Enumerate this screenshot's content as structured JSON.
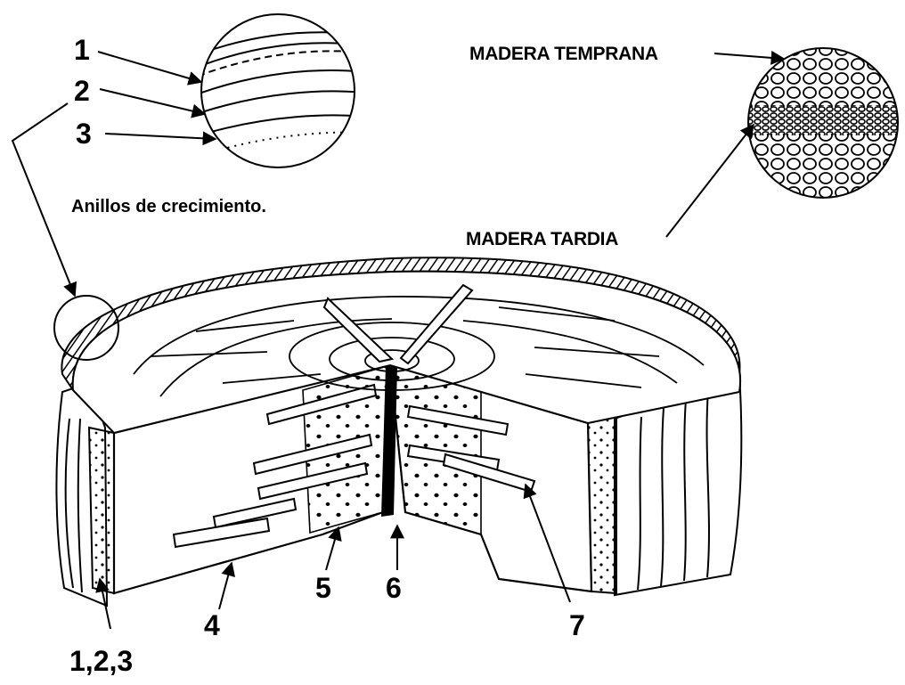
{
  "callouts": {
    "bark_outer": "1",
    "bark_inner": "2",
    "cambium": "3",
    "bark_group": "1,2,3",
    "sapwood": "4",
    "heartwood": "5",
    "pith": "6",
    "ray": "7"
  },
  "captions": {
    "growth_rings": "Anillos de crecimiento.",
    "earlywood": "MADERA TEMPRANA",
    "latewood": "MADERA TARDIA"
  },
  "colors": {
    "ink": "#000000",
    "paper": "#ffffff"
  }
}
